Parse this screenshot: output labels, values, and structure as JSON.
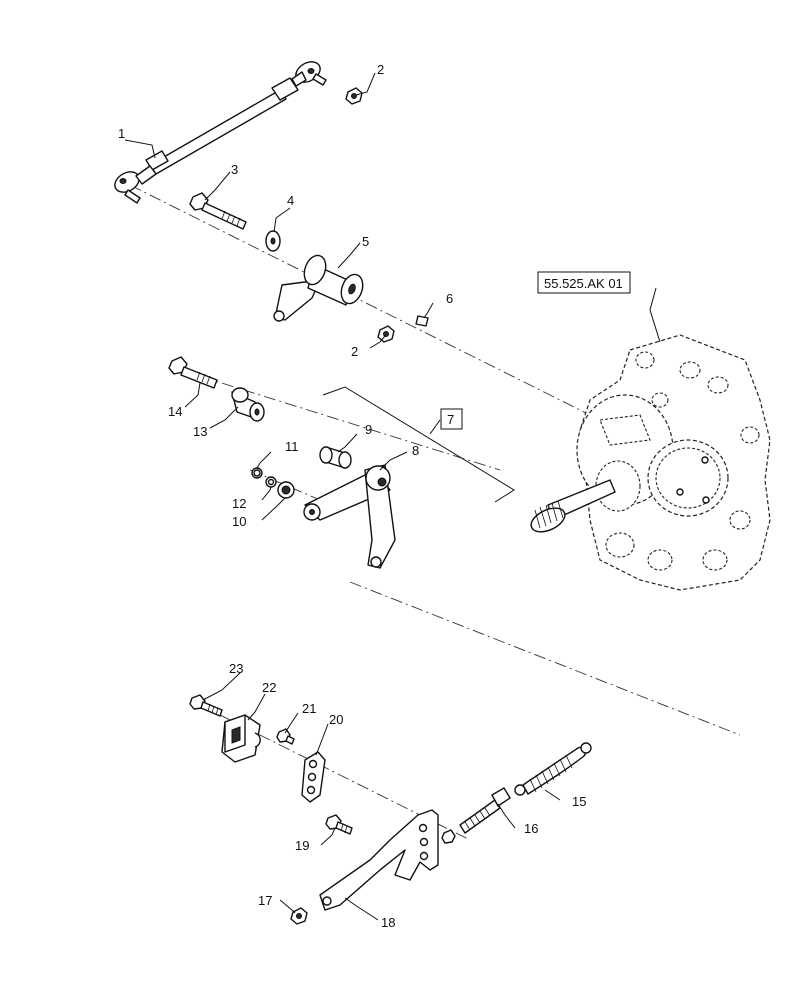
{
  "callouts": {
    "c1": "1",
    "c2a": "2",
    "c2b": "2",
    "c3": "3",
    "c4": "4",
    "c5": "5",
    "c6": "6",
    "c7": "7",
    "c8": "8",
    "c9": "9",
    "c10": "10",
    "c11": "11",
    "c12": "12",
    "c13": "13",
    "c14": "14",
    "c15": "15",
    "c16": "16",
    "c17": "17",
    "c18": "18",
    "c19": "19",
    "c20": "20",
    "c21": "21",
    "c22": "22",
    "c23": "23"
  },
  "reference": {
    "label": "55.525.AK 01"
  }
}
